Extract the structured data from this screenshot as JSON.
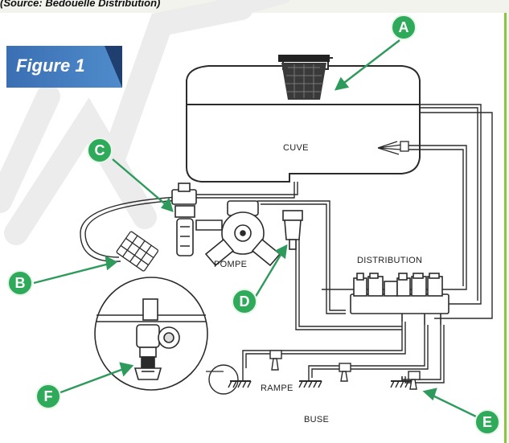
{
  "caption": "(Source: Bedouelle Distribution)",
  "figure_label": "Figure 1",
  "labels": {
    "tank": "CUVE",
    "pump": "POMPE",
    "distribution": "DISTRIBUTION",
    "boom": "RAMPE",
    "nozzle": "BUSE"
  },
  "markers": {
    "a": "A",
    "b": "B",
    "c": "C",
    "d": "D",
    "e": "E",
    "f": "F"
  },
  "colors": {
    "badge": "#2faa5a",
    "arrow": "#2e9a5c",
    "figure_tab": "#3a6fb3",
    "watermark": "#ececec",
    "frame": "#8cc63f"
  }
}
